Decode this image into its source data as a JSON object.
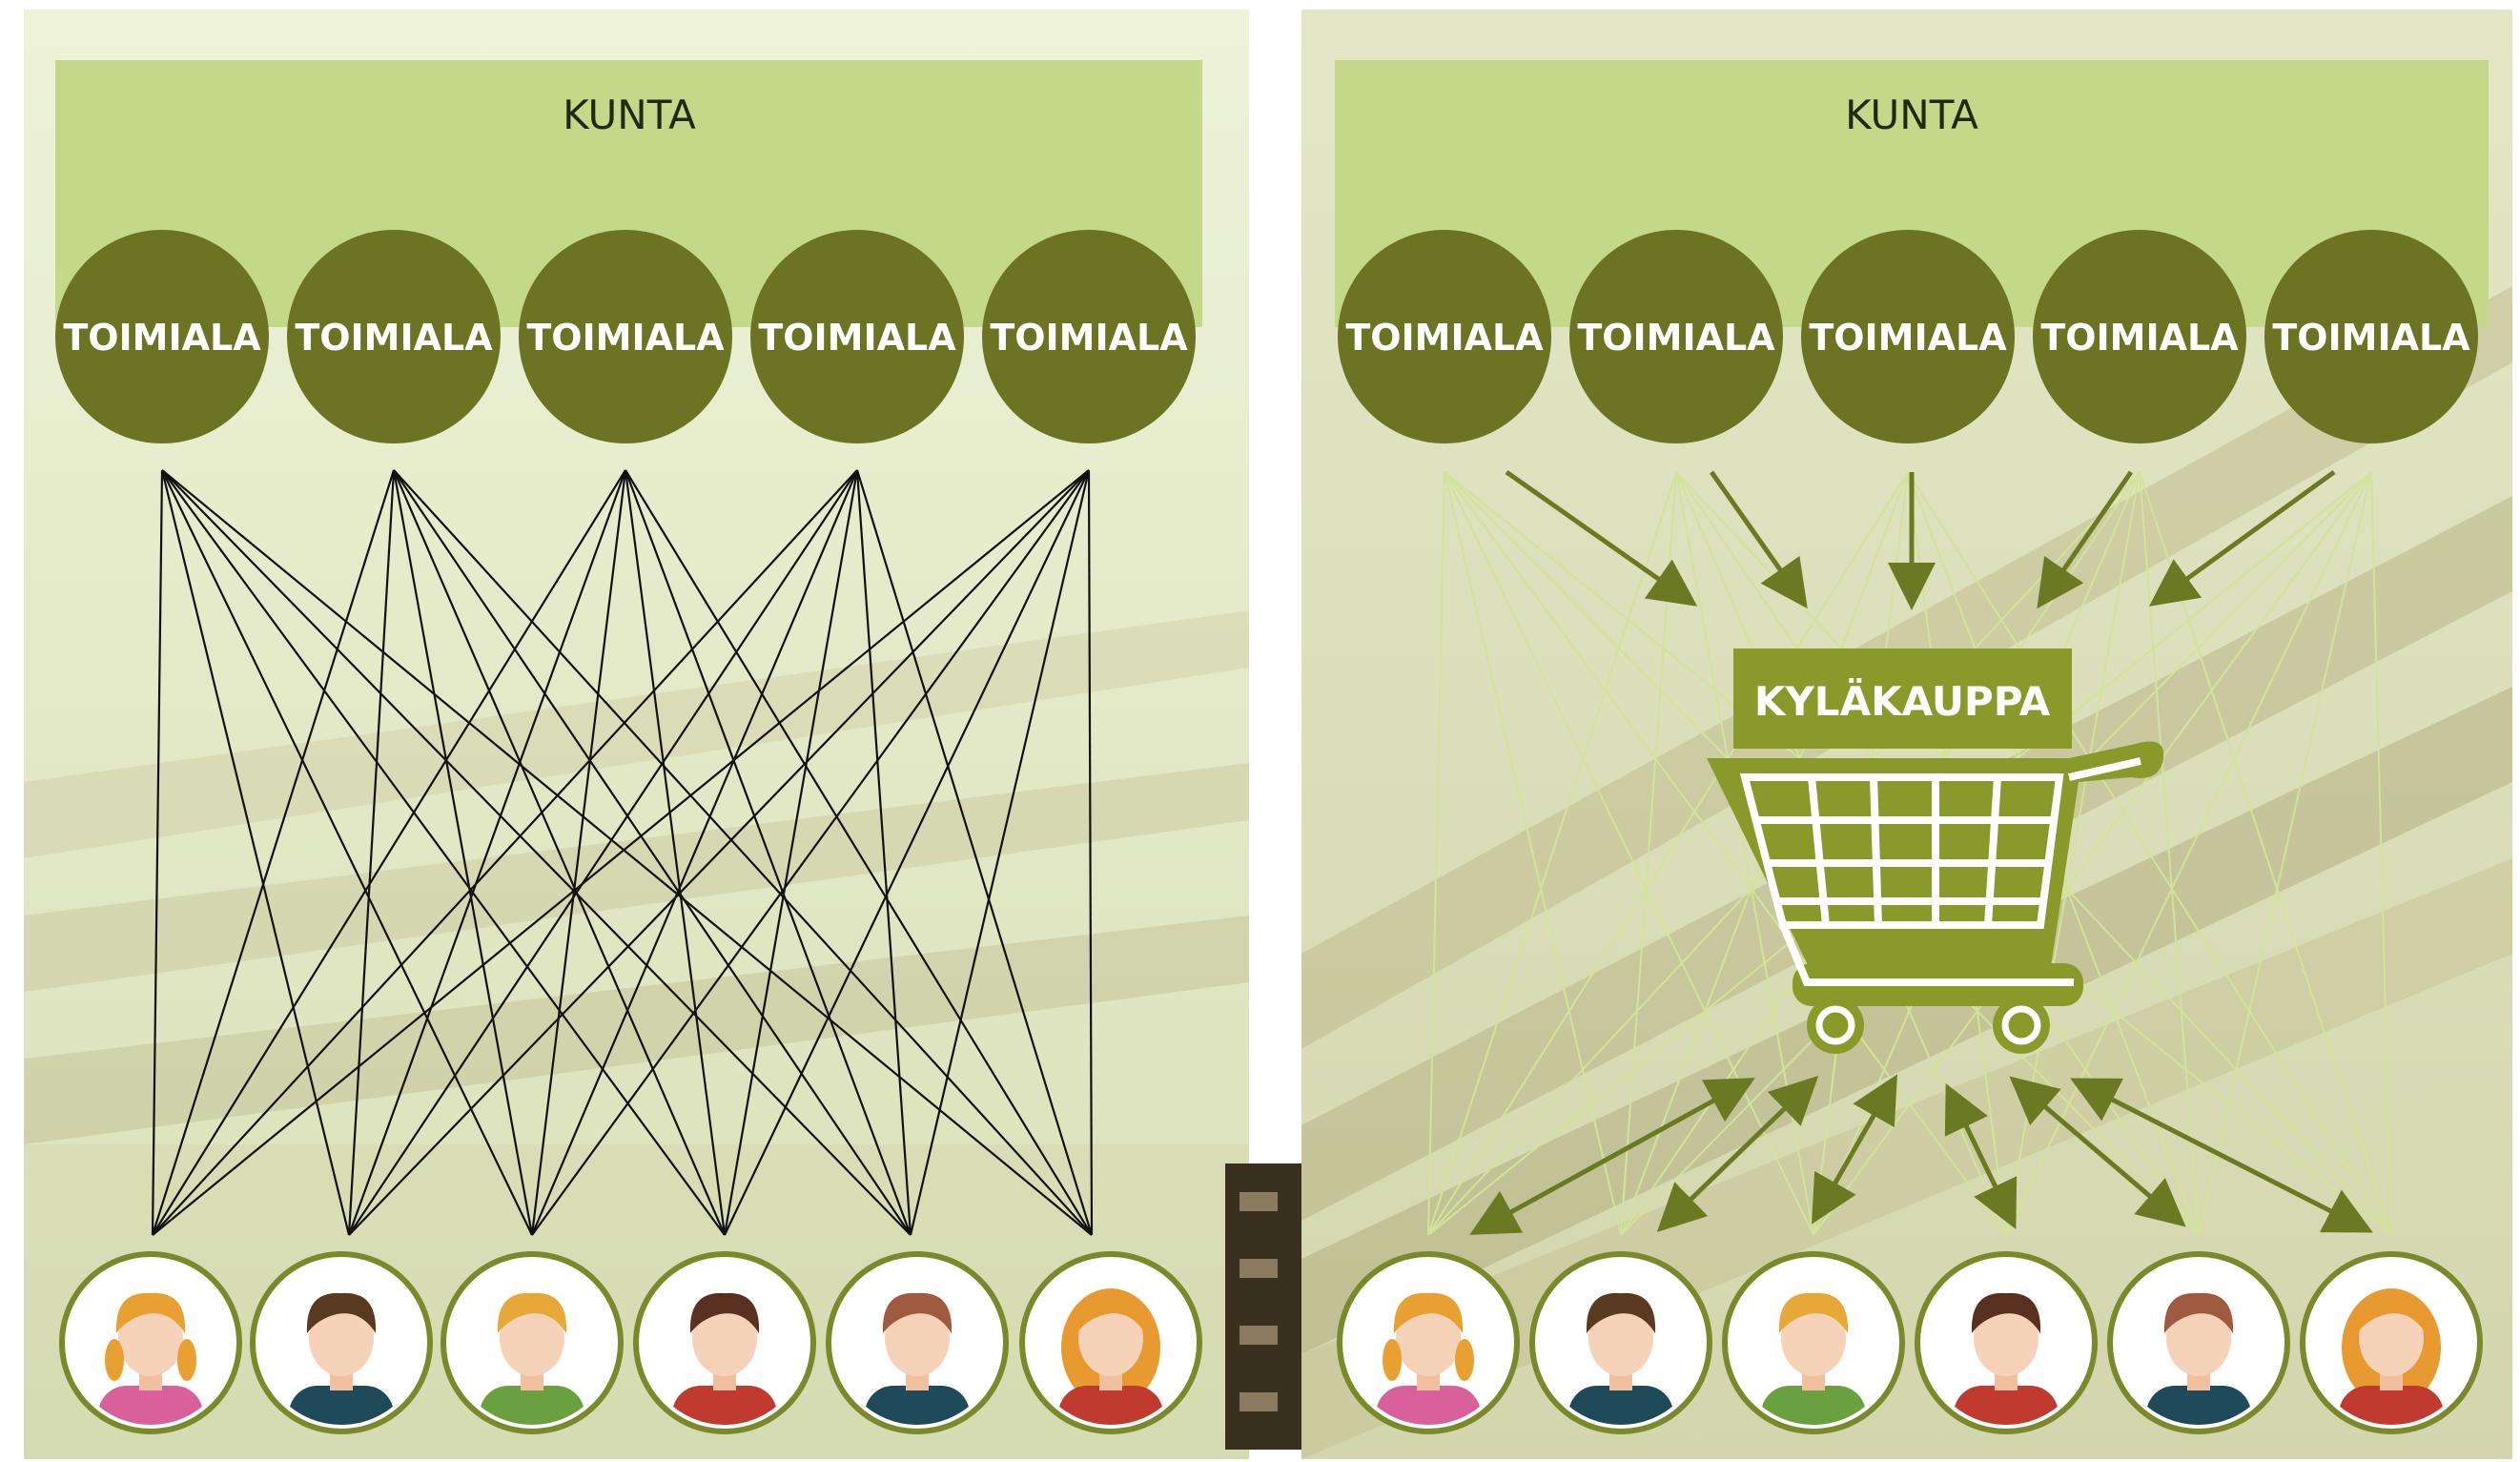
{
  "panels": [
    {
      "id": "left",
      "header": "KUNTA",
      "departments": [
        "TOIMIALA",
        "TOIMIALA",
        "TOIMIALA",
        "TOIMIALA",
        "TOIMIALA"
      ],
      "residents": [
        "girl-pigtails",
        "boy-dark-hair",
        "boy-blond",
        "girl-dark-hair",
        "man-brown-hair",
        "woman-orange-hair"
      ],
      "connection_style": "direct-all-to-all"
    },
    {
      "id": "right",
      "header": "KUNTA",
      "hub_label": "KYLÄKAUPPA",
      "hub_icon": "shopping-cart-icon",
      "departments": [
        "TOIMIALA",
        "TOIMIALA",
        "TOIMIALA",
        "TOIMIALA",
        "TOIMIALA"
      ],
      "residents": [
        "girl-pigtails",
        "boy-dark-hair",
        "boy-blond",
        "girl-dark-hair",
        "man-brown-hair",
        "woman-orange-hair"
      ],
      "connection_style": "via-hub"
    }
  ],
  "colors": {
    "header_band": "#c4d88a",
    "panel_bg": "#eaf1cf",
    "department_circle": "#6c7424",
    "hub": "#8a9a2a",
    "arrow": "#6b7a22",
    "faded_line": "#d2e39a",
    "line": "#111111",
    "avatar_ring": "#7a8a2a"
  }
}
